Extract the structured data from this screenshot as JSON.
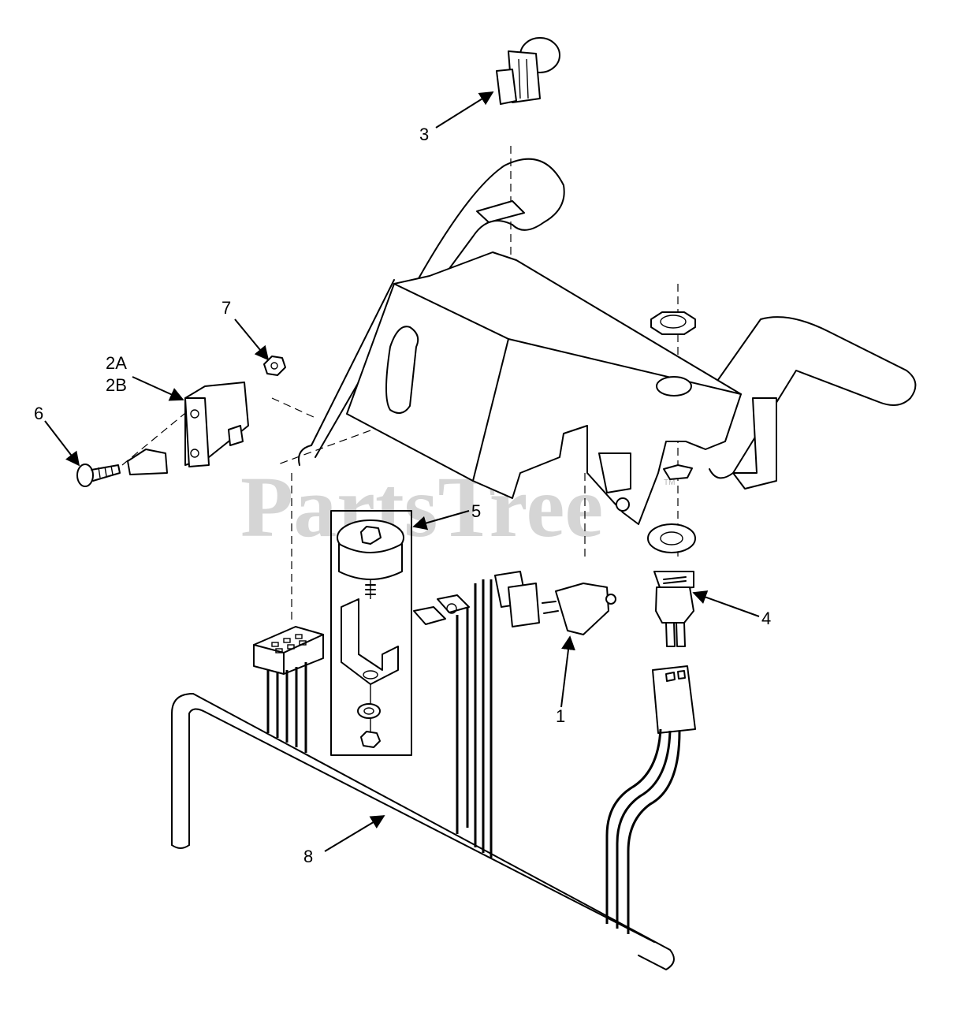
{
  "callouts": {
    "c1": "1",
    "c2a": "2A",
    "c2b": "2B",
    "c3": "3",
    "c4": "4",
    "c5": "5",
    "c6": "6",
    "c7": "7",
    "c8": "8"
  },
  "watermark": {
    "text": "PartsTree",
    "tm": "TM"
  }
}
